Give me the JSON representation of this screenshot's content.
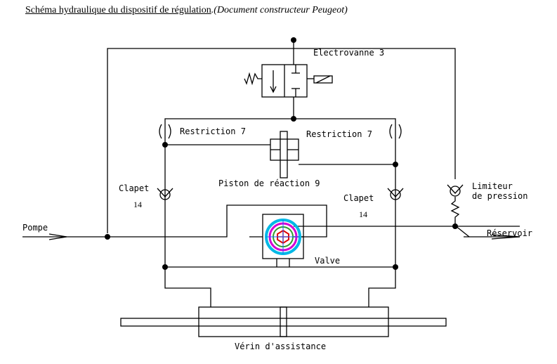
{
  "title": {
    "main": "Schéma hydraulique du dispositif de régulation",
    "source": ".(Document constructeur Peugeot)"
  },
  "labels": {
    "electrovanne": "Electrovanne 3",
    "restriction_left": "Restriction 7",
    "restriction_right": "Restriction 7",
    "piston": "Piston de réaction 9",
    "clapet_left": "Clapet",
    "clapet_left_num": "14",
    "clapet_right": "Clapet",
    "clapet_right_num": "14",
    "limiteur_line1": "Limiteur",
    "limiteur_line2": "de pression",
    "pompe": "Pompe",
    "reservoir": "Réservoir",
    "valve": "Valve",
    "verin": "Vérin d'assistance"
  },
  "colors": {
    "line": "#000000",
    "valve_cyan": "#00b8e6",
    "valve_magenta": "#d400d4",
    "valve_green": "#2e9e2e",
    "valve_red": "#e00000",
    "valve_blue": "#2060ff"
  }
}
